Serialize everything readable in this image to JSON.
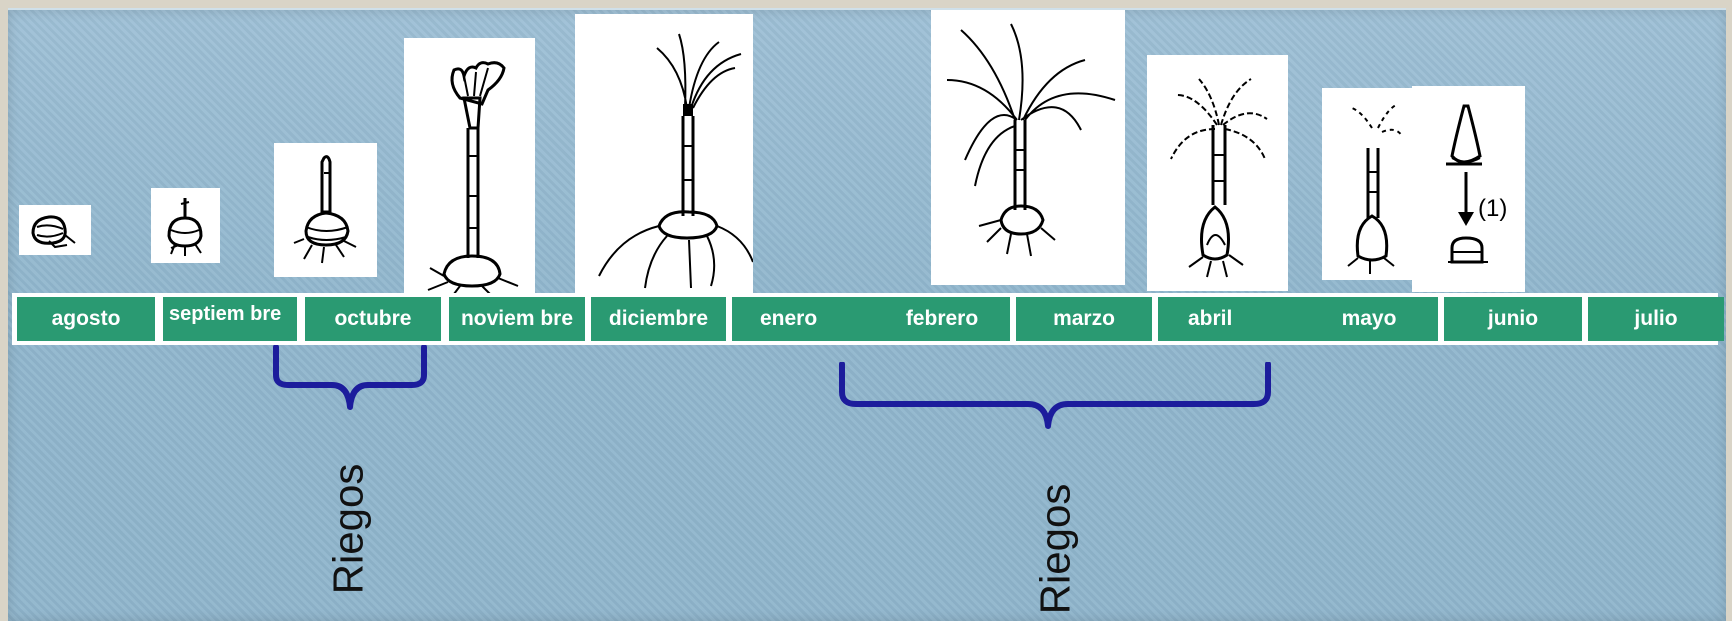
{
  "months": [
    "agosto",
    "septiem bre",
    "octubre",
    "noviem bre",
    "diciembre",
    "enero",
    "febrero",
    "marzo",
    "abril",
    "mayo",
    "junio",
    "julio"
  ],
  "irrigation": {
    "label_1": "Riegos",
    "label_2": "Riegos"
  },
  "annotation": {
    "june_marker": "(1)"
  },
  "colors": {
    "background": "#94b9cf",
    "month_cell": "#2a9a72",
    "brace": "#1c1c9c"
  },
  "icons": [
    "corm-icon",
    "corm-sprout-icon",
    "shoot-icon",
    "flowering-plant-icon",
    "leafy-plant-icon",
    "mature-plant-icon",
    "leaf-dieback-icon",
    "dry-plant-icon",
    "new-corm-icon"
  ]
}
